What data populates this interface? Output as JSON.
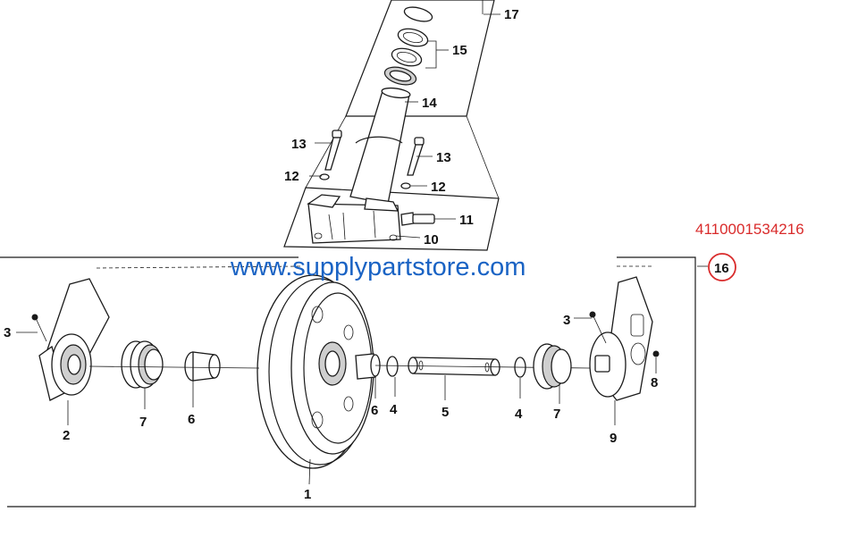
{
  "part_number": "4110001534216",
  "watermark": "www.supplypartstore.com",
  "colors": {
    "part_number": "#d92b2b",
    "watermark": "#1a63c4",
    "callout_ring": "#d92b2b",
    "line": "#1a1a1a"
  },
  "callouts": {
    "c1": "1",
    "c2": "2",
    "c3a": "3",
    "c3b": "3",
    "c4a": "4",
    "c4b": "4",
    "c5": "5",
    "c6a": "6",
    "c6b": "6",
    "c7a": "7",
    "c7b": "7",
    "c8": "8",
    "c9": "9",
    "c10": "10",
    "c11": "11",
    "c12a": "12",
    "c12b": "12",
    "c13a": "13",
    "c13b": "13",
    "c14": "14",
    "c15": "15",
    "c16": "16",
    "c17": "17"
  }
}
